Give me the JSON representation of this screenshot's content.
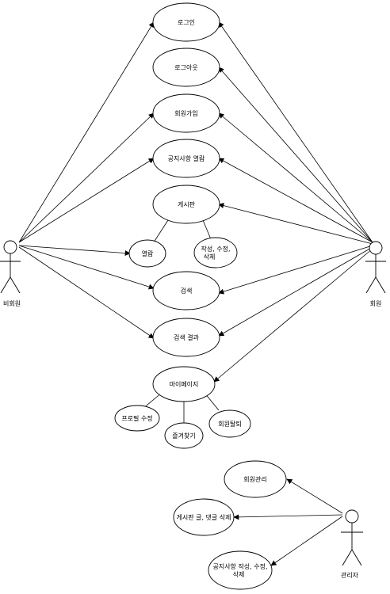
{
  "actors": {
    "guest": "비회원",
    "member": "회원",
    "admin": "관리자"
  },
  "usecases": {
    "login": "로그인",
    "logout": "로그아웃",
    "signup": "회원가입",
    "notice_view": "공지사항 열람",
    "board": "게시판",
    "board_view": "열람",
    "board_write_1": "작성, 수정,",
    "board_write_2": "삭제",
    "search": "검색",
    "search_result": "검색 결과",
    "mypage": "마이페이지",
    "profile_edit": "프로필 수정",
    "favorites": "즐겨찾기",
    "withdraw": "회원탈퇴",
    "member_manage": "회원관리",
    "post_comment_delete": "게시판 글, 댓글 삭제",
    "notice_manage_1": "공지사항 작성, 수정,",
    "notice_manage_2": "삭제"
  }
}
